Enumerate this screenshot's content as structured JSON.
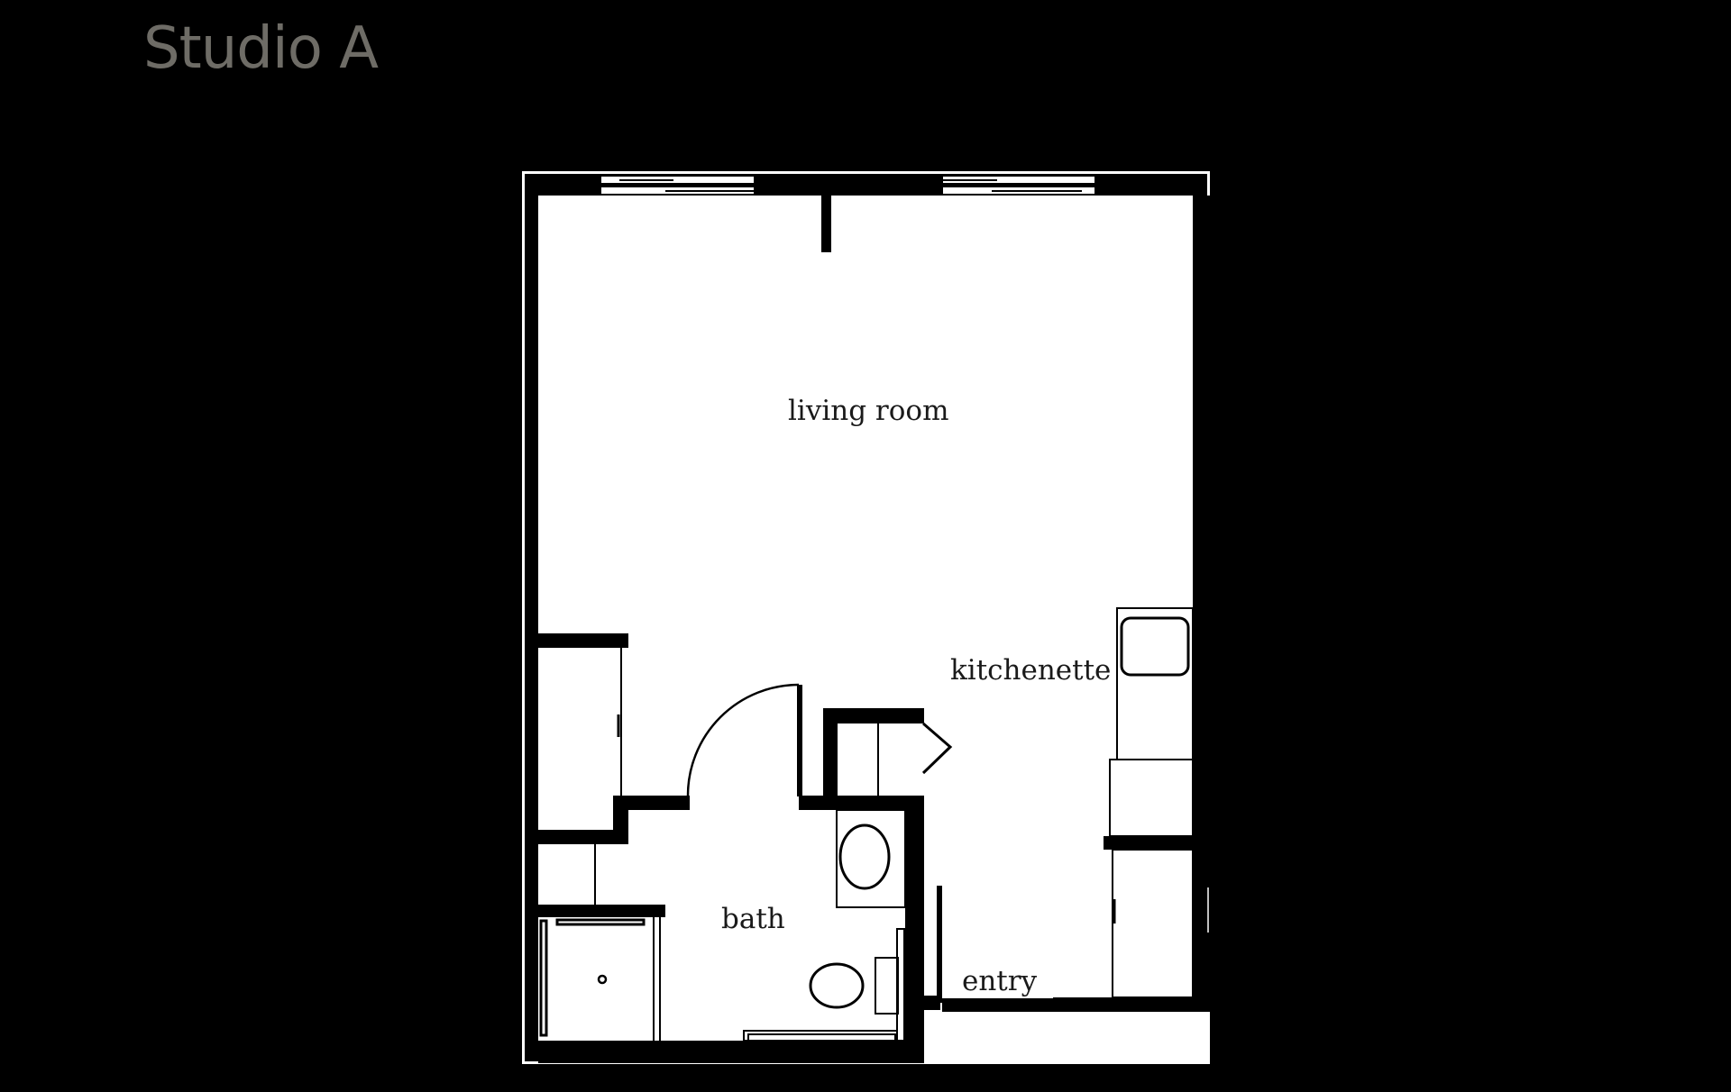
{
  "title": "Studio A",
  "rooms": {
    "living_room": "living room",
    "kitchenette": "kitchenette",
    "bath": "bath",
    "entry": "entry"
  },
  "colors": {
    "background": "#000000",
    "floor": "#ffffff",
    "wall": "#000000",
    "title": "#6e6c66"
  }
}
